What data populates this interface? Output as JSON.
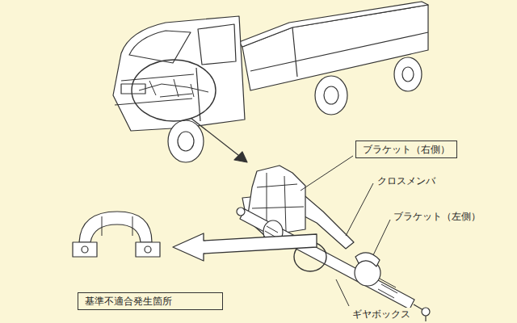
{
  "diagram": {
    "nodes": [
      {
        "text": [
          "ブラケット（右側）"
        ]
      },
      {
        "text": [
          "基準不適合発生箇所"
        ]
      }
    ],
    "labels": [
      "クロスメンバ",
      "ブラケット（左側）",
      "ギヤボックス"
    ]
  }
}
